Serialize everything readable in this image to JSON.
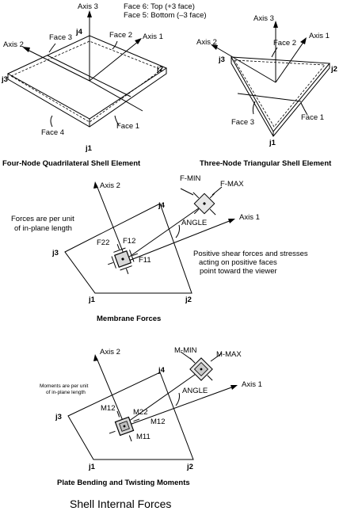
{
  "quad": {
    "face6": "Face 6: Top (+3 face)",
    "face5": "Face 5: Bottom (–3 face)",
    "axis3": "Axis 3",
    "axis2": "Axis 2",
    "axis1": "Axis 1",
    "face3": "Face 3",
    "face2": "Face 2",
    "face1": "Face 1",
    "face4": "Face 4",
    "j1": "j1",
    "j2": "j2",
    "j3": "j3",
    "j4": "j4",
    "caption": "Four-Node Quadrilateral Shell Element"
  },
  "tri": {
    "axis3": "Axis 3",
    "axis2": "Axis 2",
    "axis1": "Axis 1",
    "face2": "Face 2",
    "face3": "Face 3",
    "face1": "Face 1",
    "j1": "j1",
    "j2": "j2",
    "j3": "j3",
    "caption": "Three-Node Triangular Shell Element"
  },
  "membrane": {
    "axis2": "Axis 2",
    "axis1": "Axis 1",
    "fmin": "F-MIN",
    "fmax": "F-MAX",
    "angle": "ANGLE",
    "note1": "Forces are per unit",
    "note2": "of in-plane length",
    "f22": "F22",
    "f12": "F12",
    "f11": "F11",
    "pos1": "Positive shear forces and stresses",
    "pos2": "acting on positive faces",
    "pos3": "point toward the viewer",
    "j1": "j1",
    "j2": "j2",
    "j3": "j3",
    "j4": "j4",
    "caption": "Membrane Forces"
  },
  "plate": {
    "axis2": "Axis 2",
    "axis1": "Axis 1",
    "mmin": "M-MIN",
    "mmax": "M-MAX",
    "angle": "ANGLE",
    "note1": "Moments are per unit",
    "note2": "of in-plane length",
    "m12a": "M12",
    "m22": "M22",
    "m12b": "M12",
    "m11": "M11",
    "j1": "j1",
    "j2": "j2",
    "j3": "j3",
    "j4": "j4",
    "caption": "Plate Bending and Twisting Moments"
  },
  "main_title": "Shell Internal Forces"
}
